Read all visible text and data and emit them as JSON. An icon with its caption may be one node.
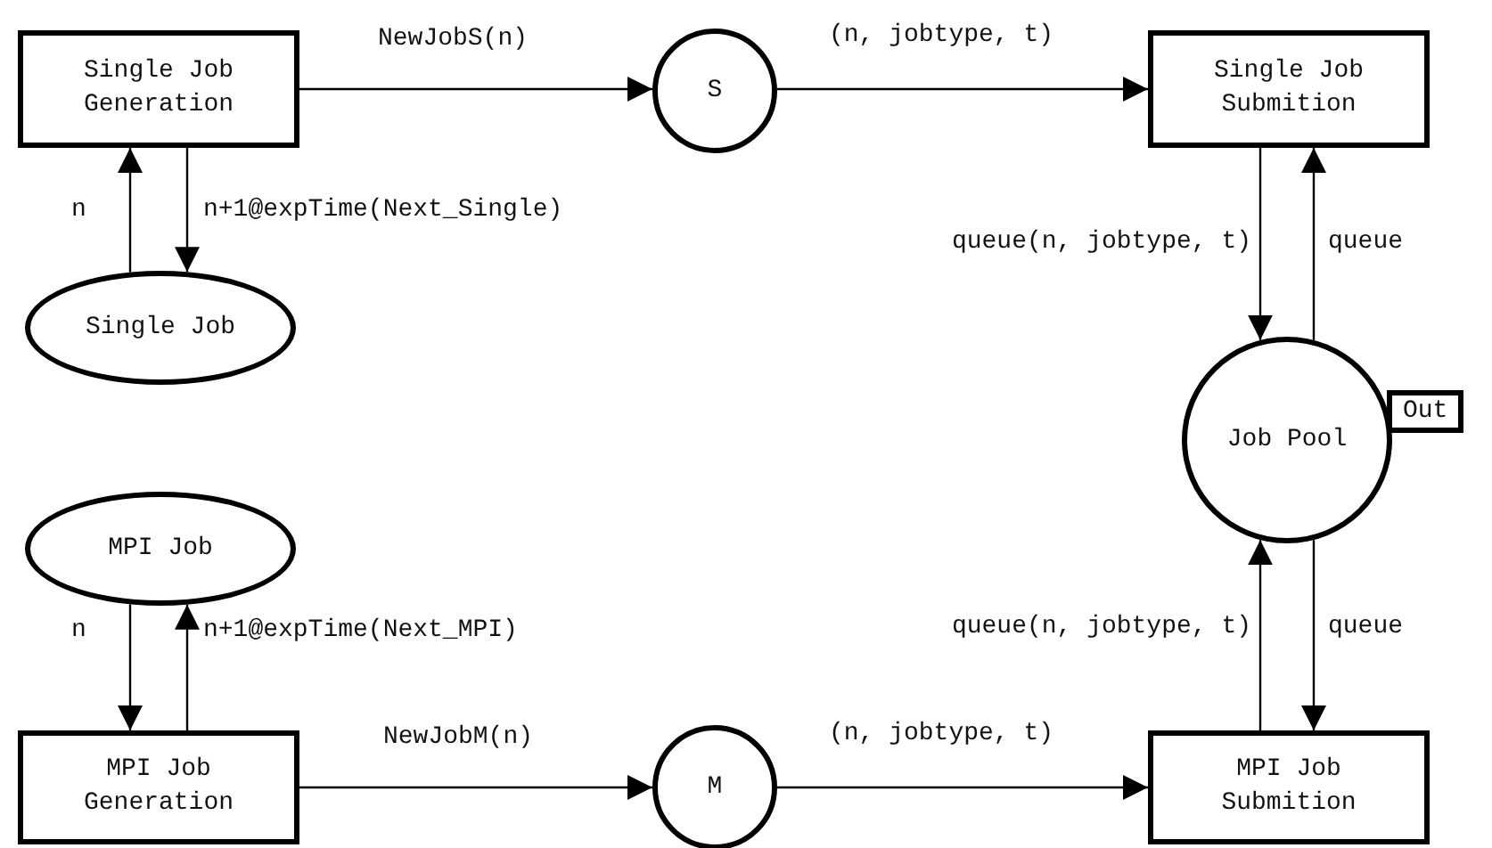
{
  "diagram": {
    "nodes": [
      {
        "text": [
          "Single Job Generation"
        ]
      },
      {
        "text": [
          "S"
        ]
      },
      {
        "text": [
          "Single Job Submition"
        ]
      },
      {
        "text": [
          "Single Job"
        ]
      },
      {
        "text": [
          "Job Pool"
        ],
        "beside": [
          "Out"
        ]
      },
      {
        "text": [
          "MPI Job"
        ]
      },
      {
        "text": [
          "MPI Job Generation"
        ]
      },
      {
        "text": [
          "M"
        ]
      },
      {
        "text": [
          "MPI Job Submition"
        ]
      }
    ],
    "edges": [
      {
        "from": 0,
        "to": 1,
        "arrow": "to",
        "label": "NewJobS(n)"
      },
      {
        "from": 1,
        "to": 2,
        "arrow": "to",
        "label": "(n, jobtype, t)"
      },
      {
        "from": 3,
        "to": 0,
        "arrow": "to",
        "label": "n"
      },
      {
        "from": 0,
        "to": 3,
        "arrow": "to",
        "label": "n+1@expTime(Next_Single)"
      },
      {
        "from": 2,
        "to": 4,
        "arrow": "to",
        "label": "queue(n, jobtype, t)"
      },
      {
        "from": 4,
        "to": 2,
        "arrow": "to",
        "label": "queue"
      },
      {
        "from": 5,
        "to": 6,
        "arrow": "to",
        "label": "n"
      },
      {
        "from": 6,
        "to": 5,
        "arrow": "to",
        "label": "n+1@expTime(Next_MPI)"
      },
      {
        "from": 6,
        "to": 7,
        "arrow": "to",
        "label": "NewJobM(n)"
      },
      {
        "from": 7,
        "to": 8,
        "arrow": "to",
        "label": "(n, jobtype, t)"
      },
      {
        "from": 8,
        "to": 4,
        "arrow": "to",
        "label": "queue(n, jobtype, t)"
      },
      {
        "from": 4,
        "to": 8,
        "arrow": "to",
        "label": "queue"
      }
    ]
  }
}
